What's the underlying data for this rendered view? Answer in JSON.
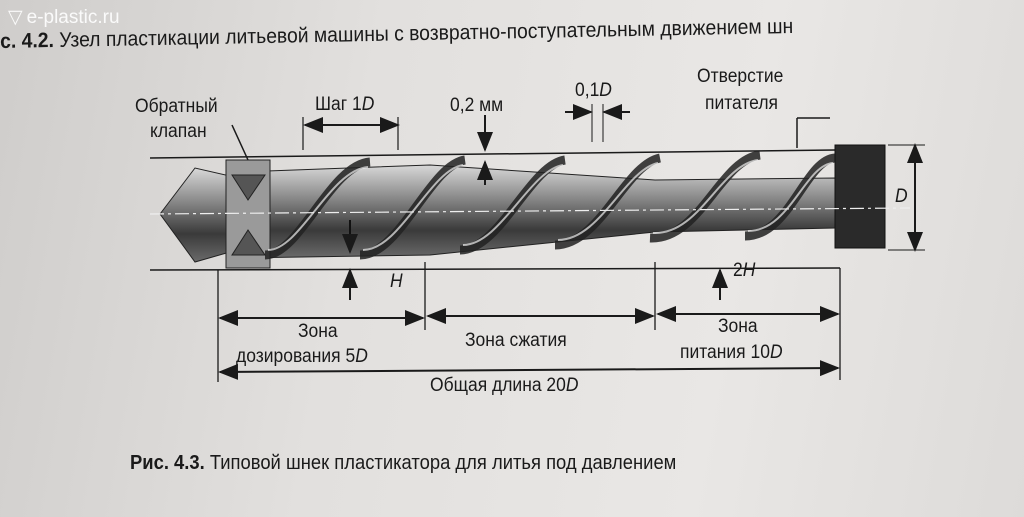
{
  "watermark": "e-plastic.ru",
  "header": {
    "fig": "с. 4.2.",
    "title": "Узел пластикации литьевой машины с возвратно-поступательным движением шн"
  },
  "labels": {
    "valve_1": "Обратный",
    "valve_2": "клапан",
    "pitch": "Шаг 1",
    "pitch_unit": "D",
    "clearance": "0,2 мм",
    "flight": "0,1",
    "flight_unit": "D",
    "feed_hole_1": "Отверстие",
    "feed_hole_2": "питателя",
    "diameter": "D",
    "depth": "H",
    "depth_feed": "2",
    "depth_feed_unit": "H",
    "zone_metering_1": "Зона",
    "zone_metering_2": "дозирования 5",
    "zone_metering_unit": "D",
    "zone_compression": "Зона сжатия",
    "zone_feed_1": "Зона",
    "zone_feed_2": "питания 10",
    "zone_feed_unit": "D",
    "total": "Общая длина 20",
    "total_unit": "D"
  },
  "caption": {
    "fig": "Рис. 4.3.",
    "text": "Типовой шнек пластикатора для литья под давлением"
  }
}
